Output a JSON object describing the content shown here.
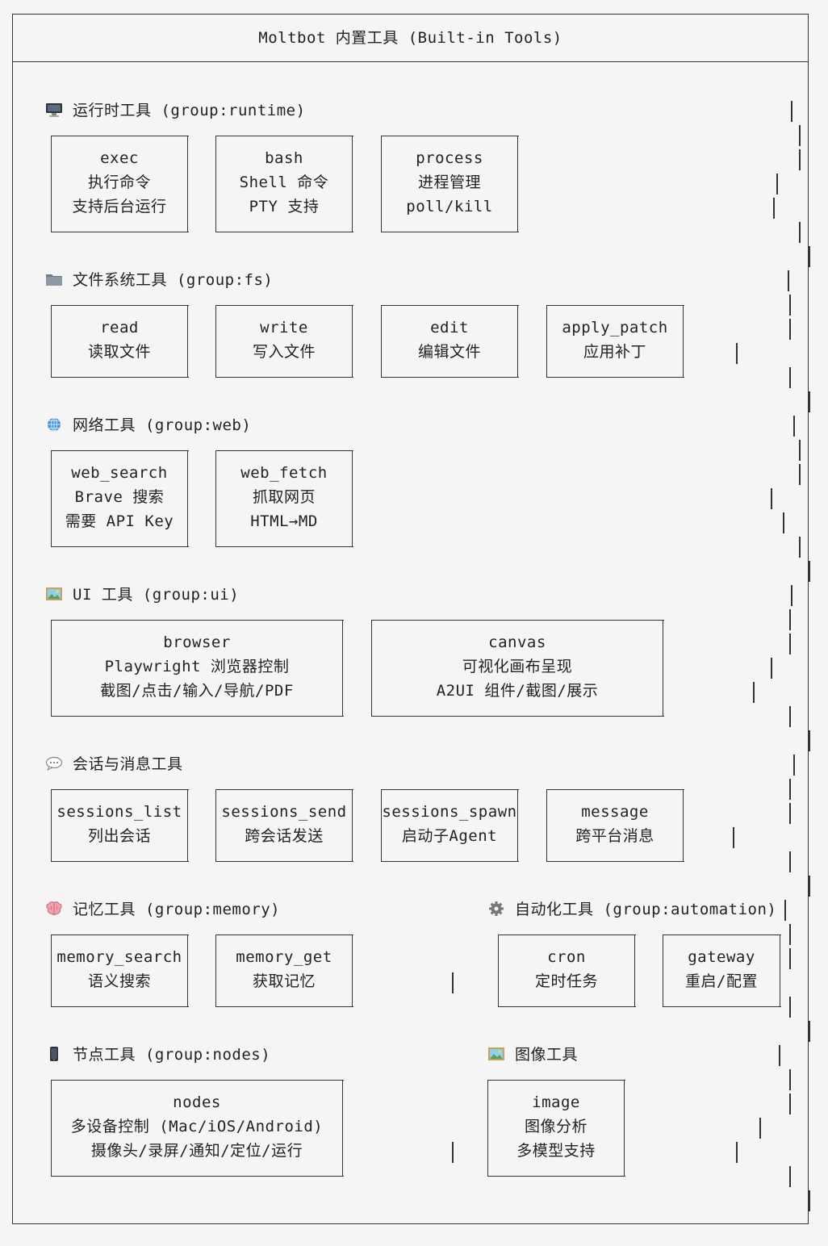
{
  "title": "Moltbot 内置工具 (Built-in Tools)",
  "sections": {
    "runtime": {
      "icon": "monitor-icon",
      "label": "运行时工具 (group:runtime)",
      "tools": [
        {
          "name": "exec",
          "lines": [
            "执行命令",
            "支持后台运行"
          ]
        },
        {
          "name": "bash",
          "lines": [
            "Shell 命令",
            "PTY 支持"
          ]
        },
        {
          "name": "process",
          "lines": [
            "进程管理",
            "poll/kill"
          ]
        }
      ]
    },
    "fs": {
      "icon": "folder-icon",
      "label": "文件系统工具 (group:fs)",
      "tools": [
        {
          "name": "read",
          "lines": [
            "读取文件"
          ]
        },
        {
          "name": "write",
          "lines": [
            "写入文件"
          ]
        },
        {
          "name": "edit",
          "lines": [
            "编辑文件"
          ]
        },
        {
          "name": "apply_patch",
          "lines": [
            "应用补丁"
          ]
        }
      ]
    },
    "web": {
      "icon": "globe-icon",
      "label": "网络工具 (group:web)",
      "tools": [
        {
          "name": "web_search",
          "lines": [
            "Brave 搜索",
            "需要 API Key"
          ]
        },
        {
          "name": "web_fetch",
          "lines": [
            "抓取网页",
            "HTML→MD"
          ]
        }
      ]
    },
    "ui": {
      "icon": "picture-icon",
      "label": "UI 工具 (group:ui)",
      "tools": [
        {
          "name": "browser",
          "lines": [
            "Playwright 浏览器控制",
            "截图/点击/输入/导航/PDF"
          ]
        },
        {
          "name": "canvas",
          "lines": [
            "可视化画布呈现",
            "A2UI 组件/截图/展示"
          ]
        }
      ]
    },
    "sessions": {
      "icon": "speech-bubble-icon",
      "label": "会话与消息工具",
      "tools": [
        {
          "name": "sessions_list",
          "lines": [
            "列出会话"
          ]
        },
        {
          "name": "sessions_send",
          "lines": [
            "跨会话发送"
          ]
        },
        {
          "name": "sessions_spawn",
          "lines": [
            "启动子Agent"
          ]
        },
        {
          "name": "message",
          "lines": [
            "跨平台消息"
          ]
        }
      ]
    },
    "memory": {
      "icon": "brain-icon",
      "label": "记忆工具 (group:memory)",
      "tools": [
        {
          "name": "memory_search",
          "lines": [
            "语义搜索"
          ]
        },
        {
          "name": "memory_get",
          "lines": [
            "获取记忆"
          ]
        }
      ]
    },
    "automation": {
      "icon": "gear-icon",
      "label": "自动化工具 (group:automation)",
      "tools": [
        {
          "name": "cron",
          "lines": [
            "定时任务"
          ]
        },
        {
          "name": "gateway",
          "lines": [
            "重启/配置"
          ]
        }
      ]
    },
    "nodes": {
      "icon": "phone-icon",
      "label": "节点工具 (group:nodes)",
      "tools": [
        {
          "name": "nodes",
          "lines": [
            "多设备控制 (Mac/iOS/Android)",
            "摄像头/录屏/通知/定位/运行"
          ]
        }
      ]
    },
    "image": {
      "icon": "picture-icon",
      "label": "图像工具",
      "tools": [
        {
          "name": "image",
          "lines": [
            "图像分析",
            "多模型支持"
          ]
        }
      ]
    }
  }
}
